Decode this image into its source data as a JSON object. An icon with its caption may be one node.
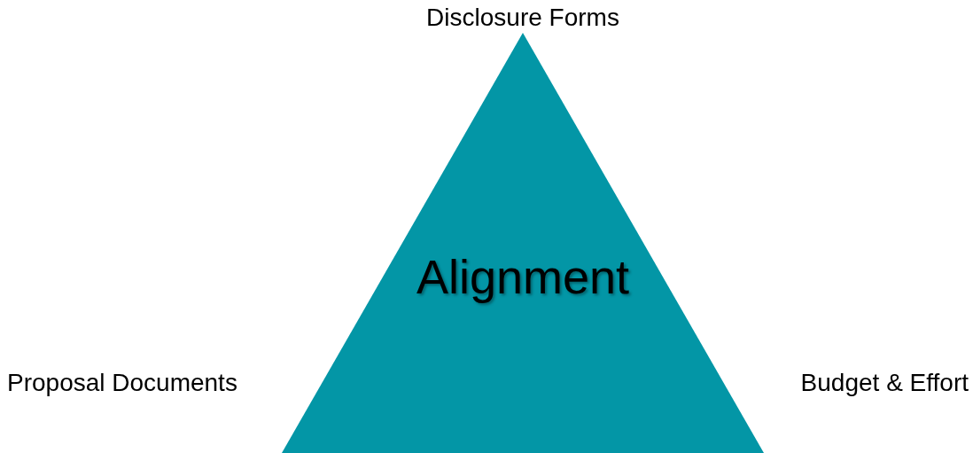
{
  "diagram": {
    "nodes": [
      {
        "text": [
          "Alignment"
        ]
      }
    ],
    "labels": [
      "Disclosure Forms",
      "Proposal Documents",
      "Budget & Effort"
    ]
  }
}
